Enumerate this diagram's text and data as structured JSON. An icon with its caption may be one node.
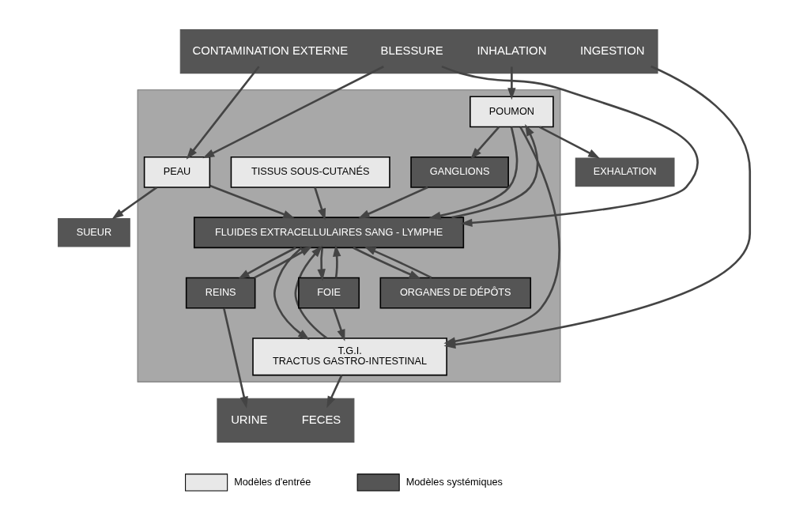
{
  "diagram": {
    "nodes": [
      {
        "text": [],
        "shape": "bar"
      },
      {
        "text": [
          "INGESTION"
        ],
        "in": 0
      },
      {
        "text": [
          "INHALATION"
        ],
        "in": 0
      },
      {
        "text": [
          "CONTAMINATION EXTERNE"
        ],
        "in": 0
      },
      {
        "text": [
          "BLESSURE"
        ],
        "in": 0
      },
      {
        "text": [
          "EXHALATION"
        ]
      },
      {
        "text": [
          "SUEUR"
        ]
      },
      {
        "text": [],
        "shape": "box"
      },
      {
        "text": [
          "T.G.I.",
          "TRACTUS GASTRO-INTESTINAL"
        ],
        "in": 7
      },
      {
        "text": [
          "POUMON"
        ],
        "in": 7
      },
      {
        "text": [
          "PEAU"
        ],
        "in": 7
      },
      {
        "text": [
          "GANGLIONS"
        ],
        "in": 7
      },
      {
        "text": [
          "TISSUS SOUS-CUTANÉS"
        ],
        "in": 7
      },
      {
        "text": [
          "FLUIDES EXTRACELLULAIRES SANG - LYMPHE"
        ],
        "in": 7
      },
      {
        "text": [
          "FOIE"
        ],
        "in": 7
      },
      {
        "text": [
          "REINS"
        ],
        "in": 7
      },
      {
        "text": [
          "ORGANES DE DÉPÔTS"
        ],
        "in": 7
      },
      {
        "text": [],
        "shape": "bar"
      },
      {
        "text": [
          "FECES"
        ],
        "in": 17
      },
      {
        "text": [
          "URINE"
        ],
        "in": 17
      }
    ],
    "edges": [
      {
        "from": 1,
        "to": 8,
        "arrow": "to"
      },
      {
        "from": 2,
        "to": 9,
        "arrow": "to"
      },
      {
        "from": 3,
        "to": 10,
        "arrow": "to"
      },
      {
        "from": 4,
        "to": 10,
        "arrow": "to"
      },
      {
        "from": 4,
        "to": 13,
        "arrow": "to"
      },
      {
        "from": 9,
        "to": 5,
        "arrow": "to"
      },
      {
        "from": 10,
        "to": 6,
        "arrow": "to"
      },
      {
        "from": 9,
        "to": 8,
        "arrow": "to"
      },
      {
        "from": 9,
        "to": 11,
        "arrow": "to"
      },
      {
        "from": 9,
        "to": 13,
        "arrow": "to"
      },
      {
        "from": 13,
        "to": 9,
        "arrow": "to"
      },
      {
        "from": 11,
        "to": 13,
        "arrow": "to"
      },
      {
        "from": 10,
        "to": 13,
        "arrow": "to"
      },
      {
        "from": 12,
        "to": 13,
        "arrow": "to"
      },
      {
        "from": 13,
        "to": 8,
        "arrow": "to"
      },
      {
        "from": 8,
        "to": 13,
        "arrow": "to"
      },
      {
        "from": 13,
        "to": 14,
        "arrow": "to"
      },
      {
        "from": 14,
        "to": 13,
        "arrow": "to"
      },
      {
        "from": 13,
        "to": 15,
        "arrow": "to"
      },
      {
        "from": 15,
        "to": 13,
        "arrow": "to"
      },
      {
        "from": 13,
        "to": 16,
        "arrow": "to"
      },
      {
        "from": 16,
        "to": 13,
        "arrow": "to"
      },
      {
        "from": 14,
        "to": 8,
        "arrow": "to"
      },
      {
        "from": 8,
        "to": 18,
        "arrow": "to"
      },
      {
        "from": 15,
        "to": 19,
        "arrow": "to"
      }
    ],
    "legend": [
      {
        "text": "Modèles d'entrée",
        "color": "#e8e8e8"
      },
      {
        "text": "Modèles systémiques",
        "color": "#555555"
      }
    ]
  }
}
